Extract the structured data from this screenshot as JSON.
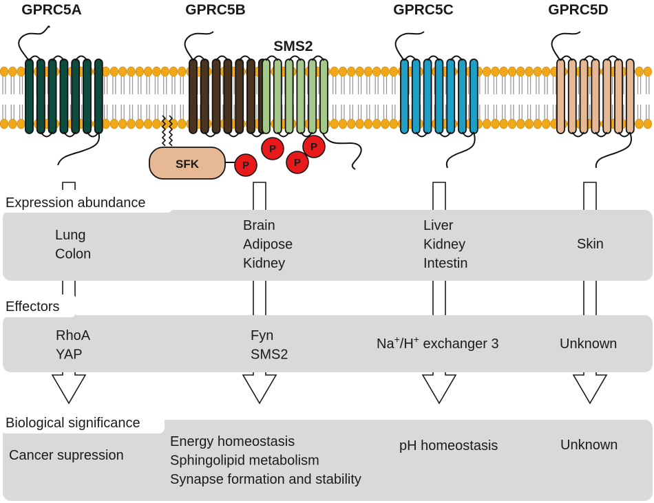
{
  "receptors": [
    {
      "name": "GPRC5A",
      "color": "#0e4c40"
    },
    {
      "name": "GPRC5B",
      "color": "#4a3420"
    },
    {
      "name": "GPRC5C",
      "color": "#1e9fc6"
    },
    {
      "name": "GPRC5D",
      "color": "#e6b893"
    }
  ],
  "partner": {
    "name": "SMS2",
    "color": "#a4c98a"
  },
  "kinase": {
    "name": "SFK",
    "color": "#e6b893"
  },
  "phospho": {
    "label": "P",
    "color": "#e8191b"
  },
  "membrane": {
    "head_color": "#f0a818"
  },
  "sections": {
    "expression": {
      "title": "Expression abundance",
      "cells": [
        [
          "Lung",
          "Colon"
        ],
        [
          "Brain",
          "Adipose",
          "Kidney"
        ],
        [
          "Liver",
          "Kidney",
          "Intestin"
        ],
        [
          "Skin"
        ]
      ]
    },
    "effectors": {
      "title": "Effectors",
      "cells": [
        [
          "RhoA",
          "YAP"
        ],
        [
          "Fyn",
          "SMS2"
        ],
        [],
        [
          "Unknown"
        ]
      ],
      "nhe": {
        "na": "Na",
        "plus": "+",
        "h": "/H",
        "rest": " exchanger 3"
      }
    },
    "significance": {
      "title": "Biological significance",
      "cells": [
        [
          "Cancer supression"
        ],
        [
          "Energy homeostasis",
          "Sphingolipid metabolism",
          "Synapse formation and stability"
        ],
        [
          "pH homeostasis"
        ],
        [
          "Unknown"
        ]
      ]
    }
  }
}
